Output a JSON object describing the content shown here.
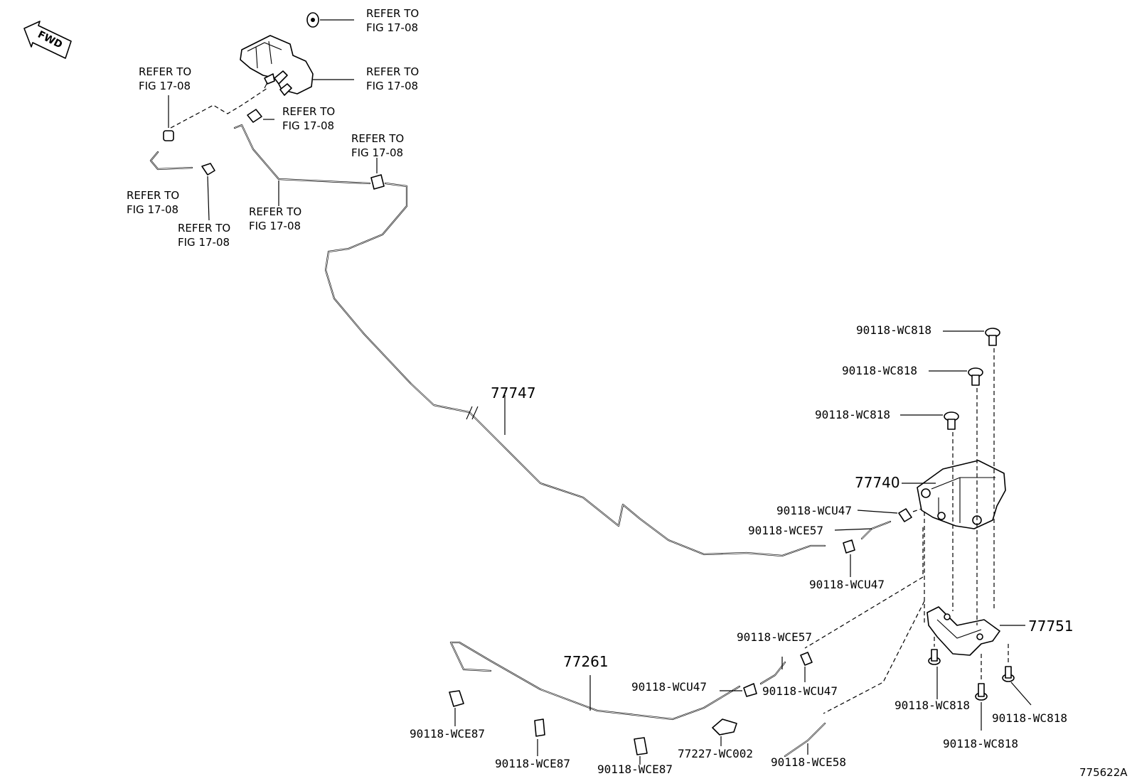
{
  "direction": {
    "label": "FWD"
  },
  "refer_labels": [
    {
      "line1": "REFER TO",
      "line2": "FIG 17-08"
    },
    {
      "line1": "REFER TO",
      "line2": "FIG 17-08"
    },
    {
      "line1": "REFER TO",
      "line2": "FIG 17-08"
    },
    {
      "line1": "REFER TO",
      "line2": "FIG 17-08"
    },
    {
      "line1": "REFER TO",
      "line2": "FIG 17-08"
    },
    {
      "line1": "REFER TO",
      "line2": "FIG 17-08"
    },
    {
      "line1": "REFER TO",
      "line2": "FIG 17-08"
    },
    {
      "line1": "REFER TO",
      "line2": "FIG 17-08"
    }
  ],
  "part_numbers": {
    "p77747": "77747",
    "p77740": "77740",
    "p77751": "77751",
    "p77261": "77261",
    "p77227": "77227-WC002"
  },
  "fasteners": {
    "wc818_a": "90118-WC818",
    "wc818_b": "90118-WC818",
    "wc818_c": "90118-WC818",
    "wc818_d": "90118-WC818",
    "wc818_e": "90118-WC818",
    "wc818_f": "90118-WC818",
    "wcu47_a": "90118-WCU47",
    "wcu47_b": "90118-WCU47",
    "wcu47_c": "90118-WCU47",
    "wcu47_d": "90118-WCU47",
    "wce57_a": "90118-WCE57",
    "wce57_b": "90118-WCE57",
    "wce87_a": "90118-WCE87",
    "wce87_b": "90118-WCE87",
    "wce87_c": "90118-WCE87",
    "wce58": "90118-WCE58"
  },
  "figure_id": "775622A"
}
